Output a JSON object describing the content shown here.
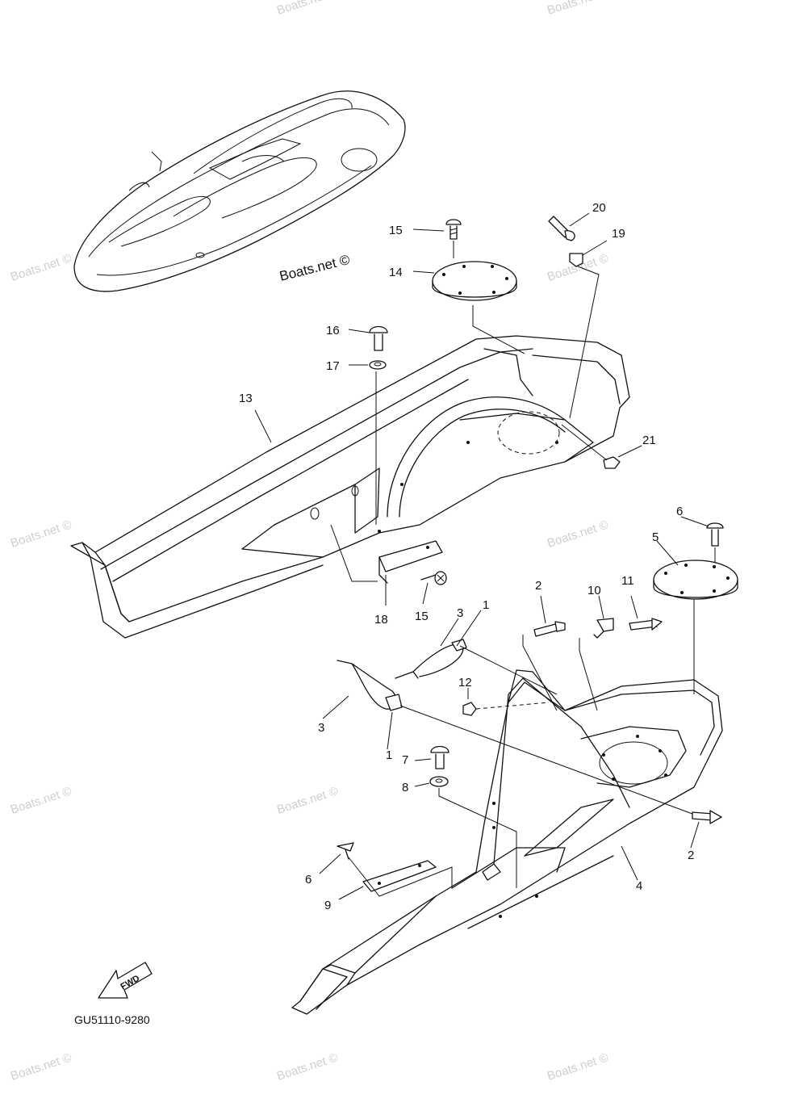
{
  "diagram": {
    "brand_label": "Boats.net ©",
    "drawing_code": "GU51110-9280",
    "fwd_label": "FWD",
    "watermark_text": "Boats.net ©",
    "callouts": [
      "1",
      "1",
      "2",
      "2",
      "3",
      "3",
      "4",
      "5",
      "6",
      "6",
      "7",
      "8",
      "9",
      "10",
      "11",
      "12",
      "13",
      "14",
      "15",
      "15",
      "16",
      "17",
      "18",
      "19",
      "20",
      "21"
    ]
  }
}
